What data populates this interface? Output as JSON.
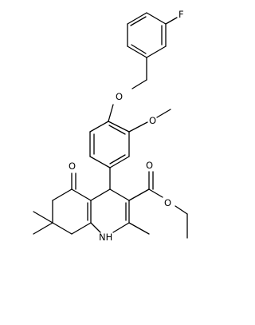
{
  "atoms": {
    "fluorine": "F",
    "ether_oxygen": "O",
    "methoxy_oxygen": "O",
    "ketone_oxygen": "O",
    "ester_carbonyl_oxygen": "O",
    "ester_oxygen": "O",
    "ring_nitrogen": "NH"
  },
  "colors": {
    "ink": "#000000",
    "background": "#ffffff"
  }
}
